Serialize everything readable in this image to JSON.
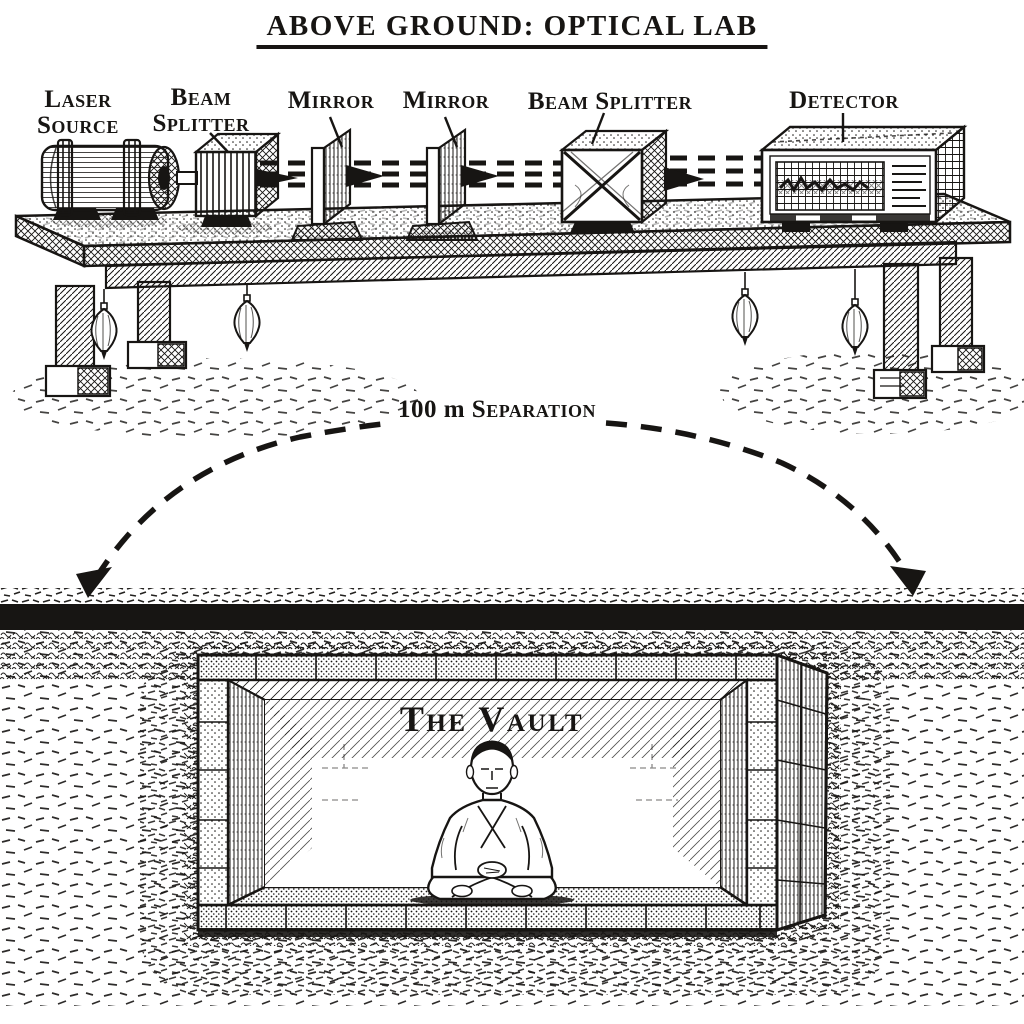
{
  "title": "ABOVE GROUND: OPTICAL LAB",
  "optical_lab": {
    "components": [
      {
        "id": "laser-source",
        "label": "Laser Source"
      },
      {
        "id": "beam-splitter-1",
        "label": "Beam Splitter"
      },
      {
        "id": "mirror-1",
        "label": "Mirror"
      },
      {
        "id": "mirror-2",
        "label": "Mirror"
      },
      {
        "id": "beam-splitter-2",
        "label": "Beam Splitter"
      },
      {
        "id": "detector",
        "label": "Detector"
      }
    ],
    "table_features": [
      "plumb-bob",
      "plumb-bob",
      "plumb-bob",
      "plumb-bob"
    ]
  },
  "separation": {
    "distance": "100 m",
    "label": "Separation"
  },
  "vault": {
    "title": "The Vault",
    "occupant": "meditating-figure"
  },
  "style": {
    "ink": "#171513",
    "paper": "#ffffff"
  }
}
